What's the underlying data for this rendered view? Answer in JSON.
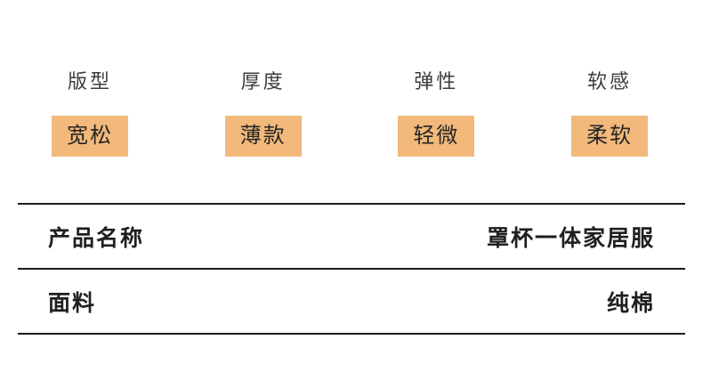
{
  "attributes": [
    {
      "label": "版型",
      "value": "宽松"
    },
    {
      "label": "厚度",
      "value": "薄款"
    },
    {
      "label": "弹性",
      "value": "轻微"
    },
    {
      "label": "软感",
      "value": "柔软"
    }
  ],
  "spec_rows": [
    {
      "label": "产品名称",
      "value": "罩杯一体家居服"
    },
    {
      "label": "面料",
      "value": "纯棉"
    }
  ],
  "colors": {
    "highlight_bg": "#f2b97b",
    "text": "#1f1f1f",
    "divider": "#1c1c1c",
    "background": "#ffffff"
  }
}
